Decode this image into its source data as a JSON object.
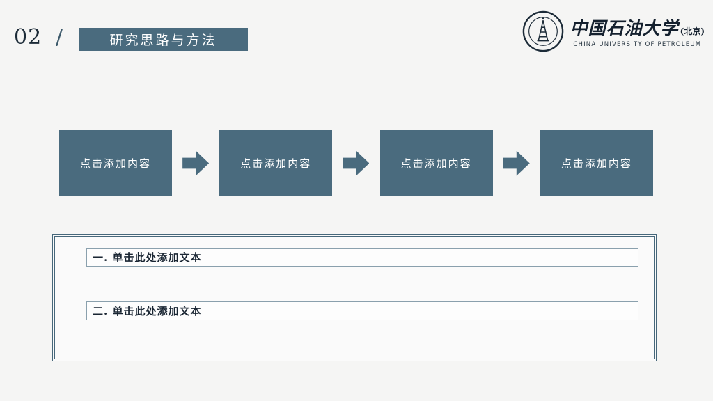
{
  "header": {
    "section_number": "02",
    "separator": "/",
    "title": "研究思路与方法"
  },
  "logo": {
    "cn_name": "中国石油大学",
    "cn_suffix": "(北京)",
    "en_name": "CHINA UNIVERSITY OF PETROLEUM"
  },
  "flow": {
    "boxes": [
      {
        "label": "点击添加内容"
      },
      {
        "label": "点击添加内容"
      },
      {
        "label": "点击添加内容"
      },
      {
        "label": "点击添加内容"
      }
    ]
  },
  "panel": {
    "items": [
      {
        "label": "一. 单击此处添加文本"
      },
      {
        "label": "二. 单击此处添加文本"
      }
    ]
  },
  "colors": {
    "accent": "#4a6b7e",
    "background": "#f5f5f4"
  }
}
